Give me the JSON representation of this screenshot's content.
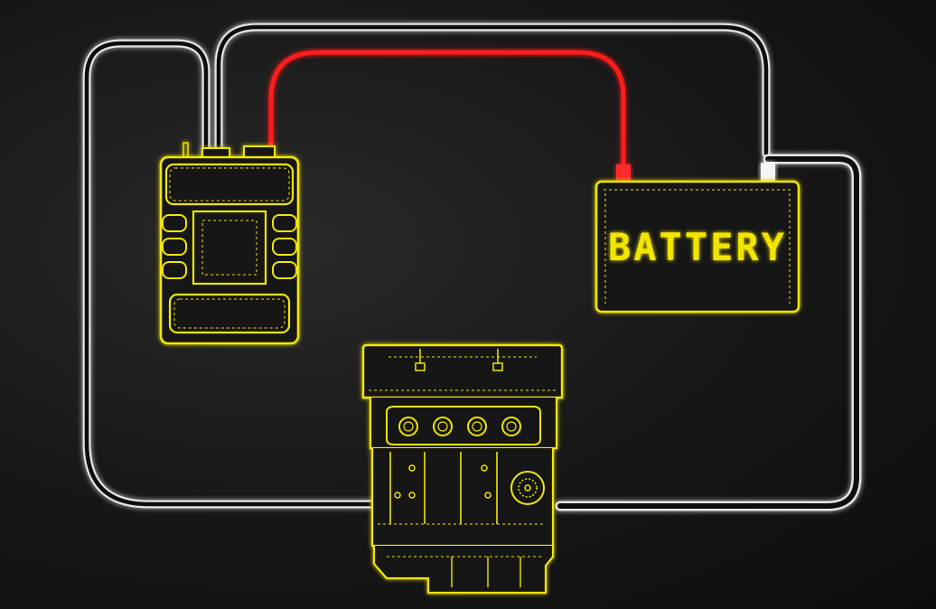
{
  "battery": {
    "label": "BATTERY"
  },
  "colors": {
    "background": "#141414",
    "outline": "#f2e600",
    "ground_wire_glow": "#e8e8e8",
    "ground_wire_core": "#0c0c0c",
    "positive_wire": "#ff1a1a",
    "positive_terminal": "#ff2a2a",
    "negative_terminal": "#f4f4f4"
  },
  "components": [
    "ecu-module",
    "battery",
    "engine-block"
  ],
  "wires": [
    "positive-wire",
    "ground-wire-ecu",
    "ground-wire-engine"
  ]
}
